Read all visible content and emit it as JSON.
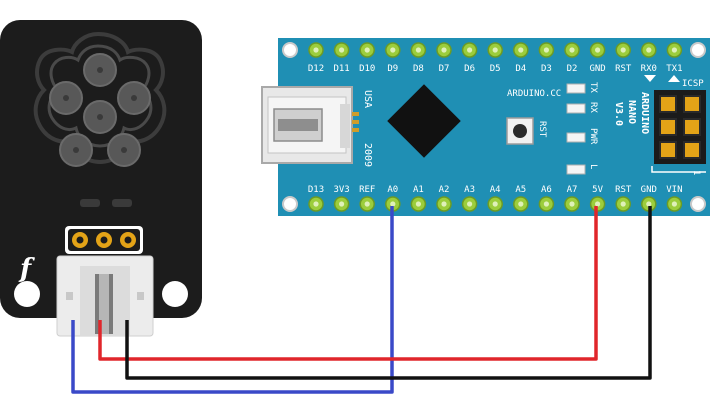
{
  "colors": {
    "sensor_board": "#1c1c1c",
    "sensor_button": "#585858",
    "arduino_board": "#1f8fb4",
    "arduino_text": "#ffffff",
    "pin_pad": "#9ccd3c",
    "header_gold": "#e3a317",
    "wire_signal": "#3a49c8",
    "wire_power": "#e0262b",
    "wire_ground": "#111111",
    "connector_body": "#ececec"
  },
  "sensor": {
    "logo_glyph": "f"
  },
  "arduino": {
    "title_line1": "ARDUINO",
    "title_line2": "NANO",
    "title_line3": "V3.0",
    "website": "ARDUINO.CC",
    "usa_label": "USA",
    "year_label": "2009",
    "rst_button_label": "RST",
    "icsp_label": "ICSP",
    "icsp_pin_label": "1",
    "led_labels": [
      "TX",
      "RX",
      "PWR",
      "L"
    ],
    "top_pins": [
      "D12",
      "D11",
      "D10",
      "D9",
      "D8",
      "D7",
      "D6",
      "D5",
      "D4",
      "D3",
      "D2",
      "GND",
      "RST",
      "RX0",
      "TX1"
    ],
    "bottom_pins": [
      "D13",
      "3V3",
      "REF",
      "A0",
      "A1",
      "A2",
      "A3",
      "A4",
      "A5",
      "A6",
      "A7",
      "5V",
      "RST",
      "GND",
      "VIN"
    ]
  }
}
